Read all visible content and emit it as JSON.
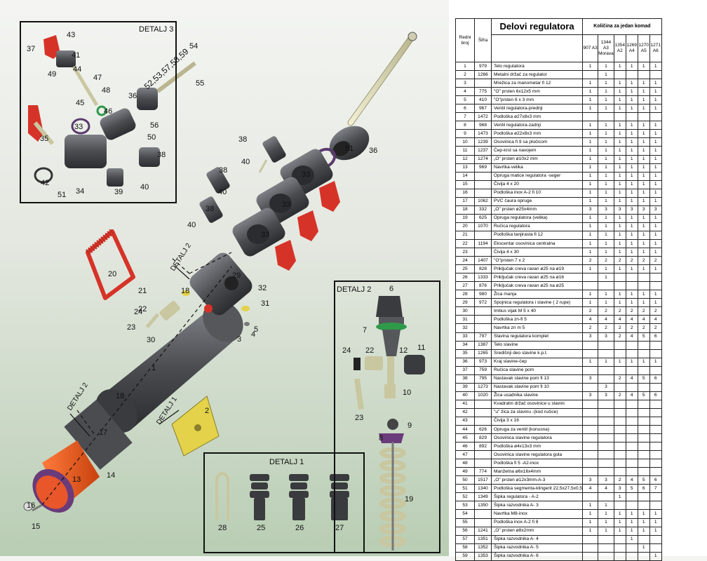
{
  "table": {
    "title": "Delovi regulatora",
    "qty_header": "Količina za jedan komad",
    "col_no": "Redni broj",
    "col_code": "Šifra",
    "models": [
      "907 A3",
      "1344 A3 Morava",
      "1354 A2",
      "1269 A4",
      "1270 A5",
      "1271 A6"
    ],
    "rows": [
      [
        "1",
        "979",
        "Telo regulatora",
        "1",
        "1",
        "1",
        "1",
        "1",
        "1"
      ],
      [
        "2",
        "1266",
        "Metalni držač za regulator",
        "",
        "1",
        "",
        "",
        "",
        ""
      ],
      [
        "3",
        "",
        "Mrežica za manometar fi 12",
        "1",
        "1",
        "1",
        "1",
        "1",
        "1"
      ],
      [
        "4",
        "775",
        "\"O\" prsten 6x12x5 mm",
        "1",
        "1",
        "1",
        "1",
        "1",
        "1"
      ],
      [
        "5",
        "410",
        "\"O\"prsten 6 x 3 mm",
        "1",
        "1",
        "1",
        "1",
        "1",
        "1"
      ],
      [
        "6",
        "967",
        "Ventil regulatora-prednji",
        "1",
        "1",
        "1",
        "1",
        "1",
        "1"
      ],
      [
        "7",
        "1472",
        "Podloška ø27x8x3 mm",
        "",
        "",
        "",
        "",
        "",
        ""
      ],
      [
        "8",
        "968",
        "Ventil regulatora-zadnji",
        "1",
        "1",
        "1",
        "1",
        "1",
        "1"
      ],
      [
        "9",
        "1473",
        "Podloška ø22x8x3 mm",
        "1",
        "1",
        "1",
        "1",
        "1",
        "1"
      ],
      [
        "10",
        "1239",
        "Osovinica  fi 9 sa pločicom",
        "1",
        "1",
        "1",
        "1",
        "1",
        "1"
      ],
      [
        "11",
        "1237",
        "Čep-krst sa navojem",
        "1",
        "1",
        "1",
        "1",
        "1",
        "1"
      ],
      [
        "12",
        "1274",
        "„O\" prsten ø10x2 mm",
        "1",
        "1",
        "1",
        "1",
        "1",
        "1"
      ],
      [
        "13",
        "969",
        "Navrtka-velika",
        "1",
        "1",
        "1",
        "1",
        "1",
        "1"
      ],
      [
        "14",
        "",
        "Opruga matice regulatora -seger",
        "1",
        "1",
        "1",
        "1",
        "1",
        "1"
      ],
      [
        "15",
        "",
        "Čivija 4 x 20",
        "1",
        "1",
        "1",
        "1",
        "1",
        "1"
      ],
      [
        "16",
        "",
        "Podloška inox A-2 fi 10",
        "1",
        "1",
        "1",
        "1",
        "1",
        "1"
      ],
      [
        "17",
        "1062",
        "PVC čaura opruge",
        "1",
        "1",
        "1",
        "1",
        "1",
        "1"
      ],
      [
        "18",
        "332",
        "„O\" prsten ø25x4mm",
        "3",
        "3",
        "3",
        "3",
        "3",
        "3"
      ],
      [
        "19",
        "625",
        "Opruga regulatora (velika)",
        "1",
        "1",
        "1",
        "1",
        "1",
        "1"
      ],
      [
        "20",
        "1070",
        "Ručica regulatora",
        "1",
        "1",
        "1",
        "1",
        "1",
        "1"
      ],
      [
        "21",
        "",
        "Podloška tanjirasta fi 12",
        "1",
        "1",
        "1",
        "1",
        "1",
        "1"
      ],
      [
        "22",
        "1194",
        "Ekscentar osovinica centralna",
        "1",
        "1",
        "1",
        "1",
        "1",
        "1"
      ],
      [
        "23",
        "",
        "Čivija 4 x 30",
        "1",
        "1",
        "1",
        "1",
        "1",
        "1"
      ],
      [
        "24",
        "1407",
        "\"O\"prsten 7 x 2",
        "2",
        "2",
        "2",
        "2",
        "2",
        "2"
      ],
      [
        "25",
        "828",
        "Priključak creva ravan ø25 na ø19",
        "1",
        "1",
        "1",
        "1",
        "1",
        "1"
      ],
      [
        "26",
        "1333",
        "Priključak creva ravan ø25 na ø16",
        "",
        "1",
        "",
        "",
        "",
        ""
      ],
      [
        "27",
        "876",
        "Priključak creva ravan ø25 na ø25",
        "",
        "",
        "",
        "",
        "",
        ""
      ],
      [
        "28",
        "980",
        "Žica manja",
        "1",
        "1",
        "1",
        "1",
        "1",
        "1"
      ],
      [
        "29",
        "972",
        "Spojnica regulatora i slavine ( 2 rupe)",
        "1",
        "1",
        "1",
        "1",
        "1",
        "1"
      ],
      [
        "30",
        "",
        "Imbus vijak M 5 x 40",
        "2",
        "2",
        "2",
        "2",
        "2",
        "2"
      ],
      [
        "31",
        "",
        "Podloška zn-fi 5",
        "4",
        "4",
        "4",
        "4",
        "4",
        "4"
      ],
      [
        "32",
        "",
        "Navrtka zn m 5",
        "2",
        "2",
        "2",
        "2",
        "2",
        "2"
      ],
      [
        "33",
        "797",
        "Slavina regulatora komplet",
        "3",
        "3",
        "2",
        "4",
        "5",
        "6"
      ],
      [
        "34",
        "1387",
        "Telo slavine",
        "",
        "",
        "",
        "",
        "",
        ""
      ],
      [
        "35",
        "1265",
        "Središnji deo slavine k.p.t.",
        "",
        "",
        "",
        "",
        "",
        ""
      ],
      [
        "36",
        "973",
        "Kraj slavine-čep",
        "1",
        "1",
        "1",
        "1",
        "1",
        "1"
      ],
      [
        "37",
        "759",
        "Ručica slavine pom",
        "",
        "",
        "",
        "",
        "",
        ""
      ],
      [
        "38",
        "795",
        "Nastavak slavine pom fi 13",
        "3",
        "",
        "2",
        "4",
        "5",
        "6"
      ],
      [
        "39",
        "1273",
        "Nastavak slavine pom fi 10",
        "",
        "3",
        "",
        "",
        "",
        ""
      ],
      [
        "40",
        "1020",
        "Žica usadnika slavine",
        "3",
        "3",
        "2",
        "4",
        "5",
        "6"
      ],
      [
        "41",
        "",
        "Kvadratni držač osovinice u slavini",
        "",
        "",
        "",
        "",
        "",
        ""
      ],
      [
        "42",
        "",
        "\"u\" žica za slavinu -(kod ručice)",
        "",
        "",
        "",
        "",
        "",
        ""
      ],
      [
        "43",
        "",
        "Čivija 3 x 16",
        "",
        "",
        "",
        "",
        "",
        ""
      ],
      [
        "44",
        "626",
        "Opruga za ventil (konusna)",
        "",
        "",
        "",
        "",
        "",
        ""
      ],
      [
        "45",
        "829",
        "Osovinica slavine regulatora",
        "",
        "",
        "",
        "",
        "",
        ""
      ],
      [
        "46",
        "892",
        "Podloška ø4x13x3 mm",
        "",
        "",
        "",
        "",
        "",
        ""
      ],
      [
        "47",
        "",
        "Osovinica slavine regulatora gola",
        "",
        "",
        "",
        "",
        "",
        ""
      ],
      [
        "48",
        "",
        "Podloška fi 5 -A2-inox",
        "",
        "",
        "",
        "",
        "",
        ""
      ],
      [
        "49",
        "774",
        "Manžetna ø6x16x4mm",
        "",
        "",
        "",
        "",
        "",
        ""
      ],
      [
        "50",
        "1517",
        "„O\" prsten ø12x3mm-A-3",
        "3",
        "3",
        "2",
        "4",
        "5",
        "6"
      ],
      [
        "51",
        "1340",
        "Podloška segmenta-klingerit 22,5x27,5x0,5",
        "4",
        "4",
        "3",
        "5",
        "6",
        "7"
      ],
      [
        "52",
        "1349",
        "Šipka regulatora - A-2",
        "",
        "",
        "1",
        "",
        "",
        ""
      ],
      [
        "53",
        "1350",
        "Šipka razvodnika A- 3",
        "1",
        "1",
        "",
        "",
        "",
        ""
      ],
      [
        "54",
        "",
        "Navrtka M8-inox",
        "1",
        "1",
        "1",
        "1",
        "1",
        "1"
      ],
      [
        "55",
        "",
        "Podloška inox A-2 fi 8",
        "1",
        "1",
        "1",
        "1",
        "1",
        "1"
      ],
      [
        "56",
        "1241",
        "„O\" prsten ø8x2mm",
        "1",
        "1",
        "1",
        "1",
        "1",
        "1"
      ],
      [
        "57",
        "1351",
        "Šipka razvodnika A- 4",
        "",
        "",
        "",
        "1",
        "",
        ""
      ],
      [
        "58",
        "1352",
        "Šipka razvodnika A- 5",
        "",
        "",
        "",
        "",
        "1",
        ""
      ],
      [
        "59",
        "1353",
        "Šipka razvodnika A- 6",
        "",
        "",
        "",
        "",
        "",
        "1"
      ]
    ]
  },
  "diagram": {
    "detail3_title": "DETALJ 3",
    "detail2_title": "DETALJ 2",
    "detail1_title": "DETALJ 1",
    "detail_labels": [
      "DETALJ 2",
      "DETALJ 2",
      "DETALJ 1"
    ],
    "detail3_shaft_label": "52,53,57,58,59",
    "callouts_main": [
      "36",
      "51",
      "38",
      "40",
      "33",
      "38",
      "40",
      "33",
      "38",
      "40",
      "33",
      "20",
      "21",
      "24",
      "22",
      "23",
      "30",
      "18",
      "29",
      "32",
      "31",
      "3",
      "4",
      "5",
      "1",
      "2",
      "18",
      "17",
      "14",
      "13",
      "16",
      "15"
    ],
    "callouts_detail3": [
      "43",
      "37",
      "41",
      "49",
      "44",
      "47",
      "48",
      "45",
      "46",
      "36",
      "54",
      "55",
      "56",
      "35",
      "33",
      "50",
      "38",
      "42",
      "34",
      "51",
      "39",
      "40"
    ],
    "callouts_detail2": [
      "6",
      "7",
      "24",
      "22",
      "12",
      "11",
      "10",
      "23",
      "9",
      "8",
      "19"
    ],
    "callouts_detail1": [
      "28",
      "25",
      "26",
      "27"
    ]
  },
  "colors": {
    "metal": "#4a4c50",
    "handle_red": "#d63328",
    "nut_orange": "#f05a22",
    "yellow": "#e3d24a",
    "spring": "#c9c7a0"
  }
}
